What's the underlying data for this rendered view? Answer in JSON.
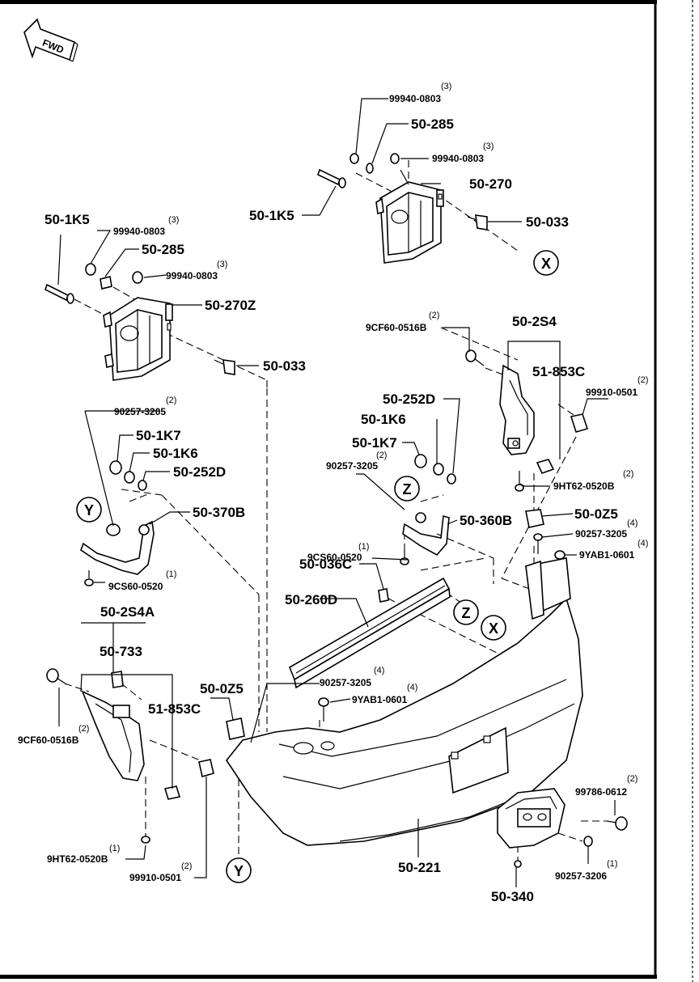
{
  "orientation": {
    "fwd_label": "FWD"
  },
  "markers": {
    "x": "X",
    "y": "Y",
    "z": "Z"
  },
  "parts": {
    "p_99940_a": "99940-0803",
    "p_99940_a_qty": "(3)",
    "p_50_285_a": "50-285",
    "p_99940_b": "99940-0803",
    "p_99940_b_qty": "(3)",
    "p_50_270": "50-270",
    "p_50_1k5_a": "50-1K5",
    "p_50_033_a": "50-033",
    "p_50_1k5_b": "50-1K5",
    "p_99940_c": "99940-0803",
    "p_99940_c_qty": "(3)",
    "p_50_285_b": "50-285",
    "p_99940_d": "99940-0803",
    "p_99940_d_qty": "(3)",
    "p_50_270z": "50-270Z",
    "p_50_033_b": "50-033",
    "p_9cf60_a": "9CF60-0516B",
    "p_9cf60_a_qty": "(2)",
    "p_50_2s4": "50-2S4",
    "p_51_853c_a": "51-853C",
    "p_99910_a": "99910-0501",
    "p_99910_a_qty": "(2)",
    "p_50_252d_a": "50-252D",
    "p_50_1k6_a": "50-1K6",
    "p_50_1k7_a": "50-1K7",
    "p_90257_a": "90257-3205",
    "p_90257_a_qty": "(2)",
    "p_90257_b": "90257-3205",
    "p_90257_b_qty": "(2)",
    "p_50_1k7_b": "50-1K7",
    "p_50_1k6_b": "50-1K6",
    "p_50_252d_b": "50-252D",
    "p_9ht62_a": "9HT62-0520B",
    "p_9ht62_a_qty": "(2)",
    "p_50_370b": "50-370B",
    "p_9cs60_a": "9CS60-0520",
    "p_9cs60_a_qty": "(1)",
    "p_50_360b": "50-360B",
    "p_50_0z5_a": "50-0Z5",
    "p_90257_c": "90257-3205",
    "p_90257_c_qty": "(4)",
    "p_9yab1_a": "9YAB1-0601",
    "p_9yab1_a_qty": "(4)",
    "p_9cs60_b": "9CS60-0520",
    "p_9cs60_b_qty": "(1)",
    "p_50_036c": "50-036C",
    "p_50_2s4a": "50-2S4A",
    "p_50_260d": "50-260D",
    "p_50_733": "50-733",
    "p_90257_d": "90257-3205",
    "p_90257_d_qty": "(4)",
    "p_9yab1_b": "9YAB1-0601",
    "p_9yab1_b_qty": "(4)",
    "p_50_0z5_b": "50-0Z5",
    "p_51_853c_b": "51-853C",
    "p_9cf60_b": "9CF60-0516B",
    "p_9cf60_b_qty": "(2)",
    "p_99786": "99786-0612",
    "p_99786_qty": "(2)",
    "p_9ht62_b": "9HT62-0520B",
    "p_9ht62_b_qty": "(1)",
    "p_99910_b": "99910-0501",
    "p_99910_b_qty": "(2)",
    "p_50_221": "50-221",
    "p_90257_e": "90257-3206",
    "p_90257_e_qty": "(1)",
    "p_50_340": "50-340"
  }
}
